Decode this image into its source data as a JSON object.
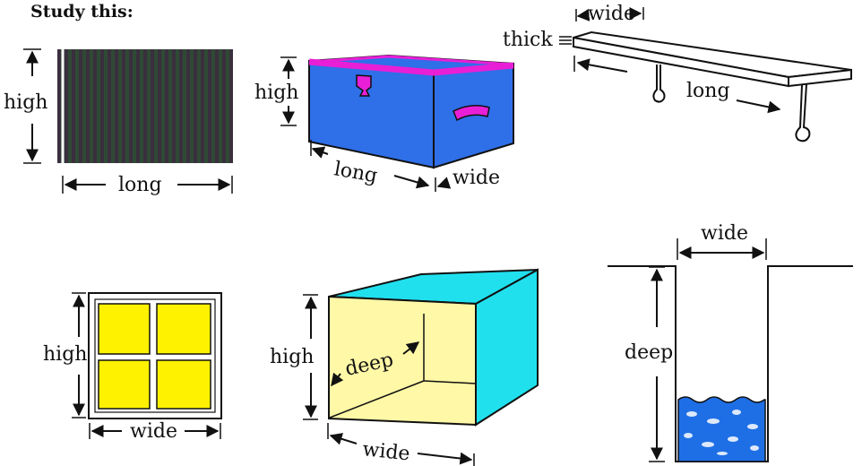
{
  "title": "Study this:",
  "colors": {
    "rug_stripe_dark": "#3a2f3e",
    "rug_stripe_green": "#2f4a34",
    "chest_blue": "#2f6fe8",
    "chest_trim": "#e81fd6",
    "cube_yellow": "#fff8a6",
    "cube_cyan": "#20e0ee",
    "window_yellow": "#fff200",
    "water_blue": "#1e6fe6"
  },
  "rug": {
    "height_label": "high",
    "length_label": "long"
  },
  "chest": {
    "height_label": "high",
    "length_label": "long",
    "width_label": "wide"
  },
  "shelf": {
    "thickness_label": "thick",
    "width_label": "wide",
    "length_label": "long"
  },
  "window": {
    "height_label": "high",
    "width_label": "wide"
  },
  "cube_box": {
    "height_label": "high",
    "depth_label": "deep",
    "width_label": "wide"
  },
  "well": {
    "width_label": "wide",
    "depth_label": "deep"
  }
}
